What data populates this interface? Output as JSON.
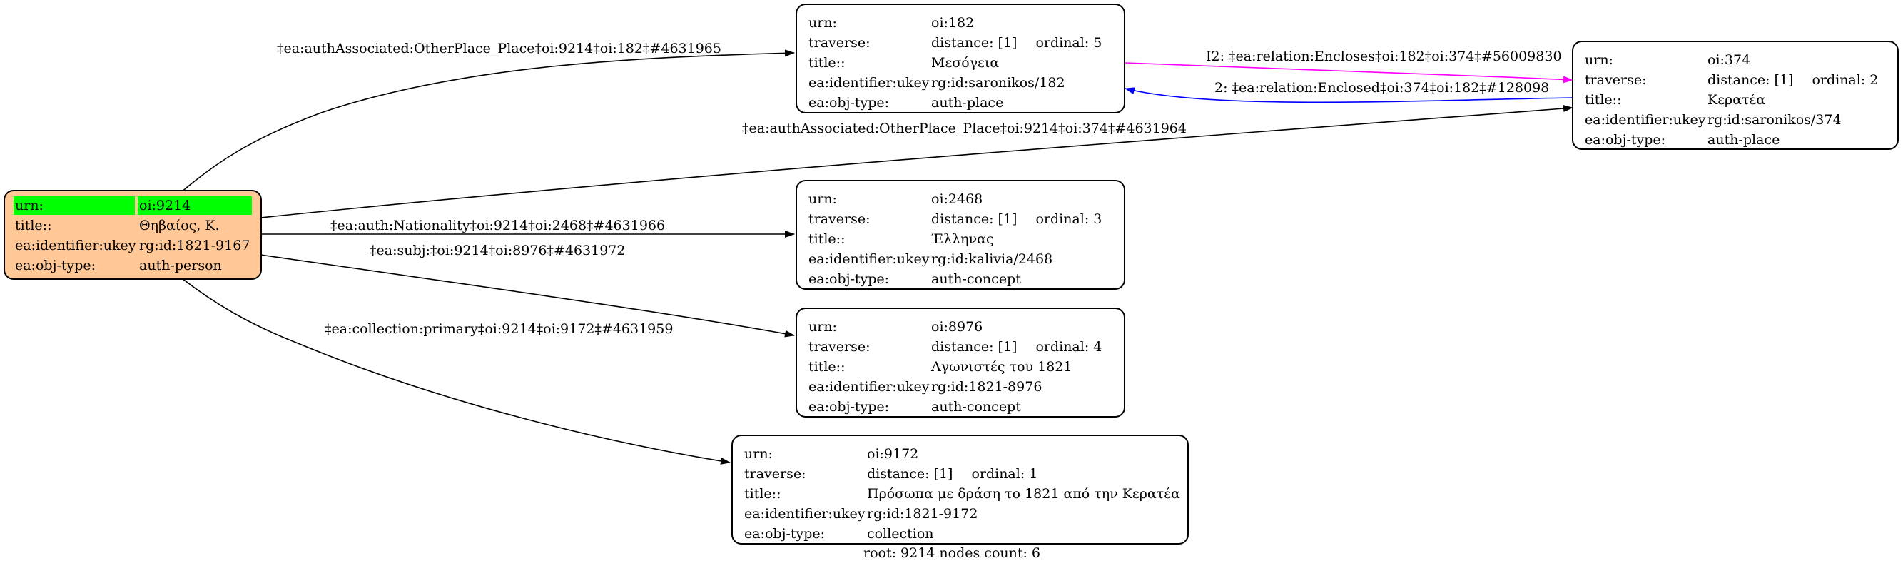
{
  "root_node": {
    "rows": [
      {
        "key": "urn:",
        "value": "oi:9214"
      },
      {
        "key": "title::",
        "value": "Θηβαίος, Κ."
      },
      {
        "key": "ea:identifier:ukey",
        "value": "rg:id:1821-9167"
      },
      {
        "key": "ea:obj-type:",
        "value": "auth-person"
      }
    ],
    "fill": "#ffc896",
    "highlight": "#00ff00"
  },
  "nodes": {
    "n182": {
      "urn": "oi:182",
      "distance": "distance: [1]",
      "ordinal": "ordinal: 5",
      "title": "Μεσόγεια",
      "ukey": "rg:id:saronikos/182",
      "type": "auth-place"
    },
    "n374": {
      "urn": "oi:374",
      "distance": "distance: [1]",
      "ordinal": "ordinal: 2",
      "title": "Κερατέα",
      "ukey": "rg:id:saronikos/374",
      "type": "auth-place"
    },
    "n2468": {
      "urn": "oi:2468",
      "distance": "distance: [1]",
      "ordinal": "ordinal: 3",
      "title": "Έλληνας",
      "ukey": "rg:id:kalivia/2468",
      "type": "auth-concept"
    },
    "n8976": {
      "urn": "oi:8976",
      "distance": "distance: [1]",
      "ordinal": "ordinal: 4",
      "title": "Αγωνιστές του 1821",
      "ukey": "rg:id:1821-8976",
      "type": "auth-concept"
    },
    "n9172": {
      "urn": "oi:9172",
      "distance": "distance: [1]",
      "ordinal": "ordinal: 1",
      "title": "Πρόσωπα με δράση το 1821 από την Κερατέα",
      "ukey": "rg:id:1821-9172",
      "type": "collection"
    }
  },
  "row_keys": {
    "urn": "urn:",
    "traverse": "traverse:",
    "title": "title::",
    "ukey": "ea:identifier:ukey",
    "type": "ea:obj-type:"
  },
  "edges": {
    "e182": "‡ea:authAssociated:OtherPlace_Place‡oi:9214‡oi:182‡#4631965",
    "e374": "‡ea:authAssociated:OtherPlace_Place‡oi:9214‡oi:374‡#4631964",
    "e2468": "‡ea:auth:Nationality‡oi:9214‡oi:2468‡#4631966",
    "e8976": "‡ea:subj:‡oi:9214‡oi:8976‡#4631972",
    "e9172": "‡ea:collection:primary‡oi:9214‡oi:9172‡#4631959",
    "encloses": "I2: ‡ea:relation:Encloses‡oi:182‡oi:374‡#56009830",
    "enclosed": "2: ‡ea:relation:Enclosed‡oi:374‡oi:182‡#128098"
  },
  "edge_colors": {
    "default": "#000000",
    "encloses": "#ff00ff",
    "enclosed": "#0000ff"
  },
  "footer": "root: 9214 nodes count: 6"
}
